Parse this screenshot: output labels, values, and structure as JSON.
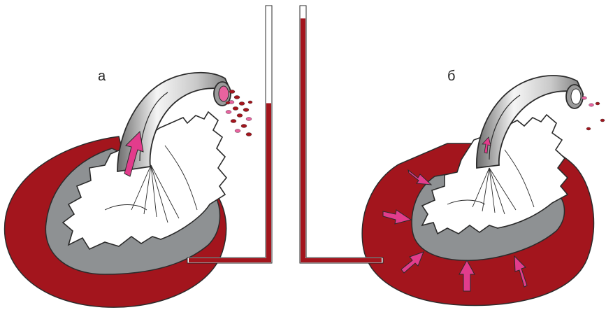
{
  "labels": {
    "left": "а",
    "right": "б"
  },
  "colors": {
    "pericardial_fluid": "#a3151d",
    "myocardium": "#8e9193",
    "chamber": "#ffffff",
    "outline": "#2b2b2b",
    "arrow": "#e23c8c",
    "blood_drop_dark": "#a3151d",
    "blood_drop_light": "#e8639f"
  },
  "icons": {
    "flow_arrow": "pink-arrow-icon",
    "compression_arrow": "pink-arrow-icon"
  },
  "manometer": {
    "left_fill_fraction": 0.62,
    "right_fill_fraction": 0.95
  }
}
